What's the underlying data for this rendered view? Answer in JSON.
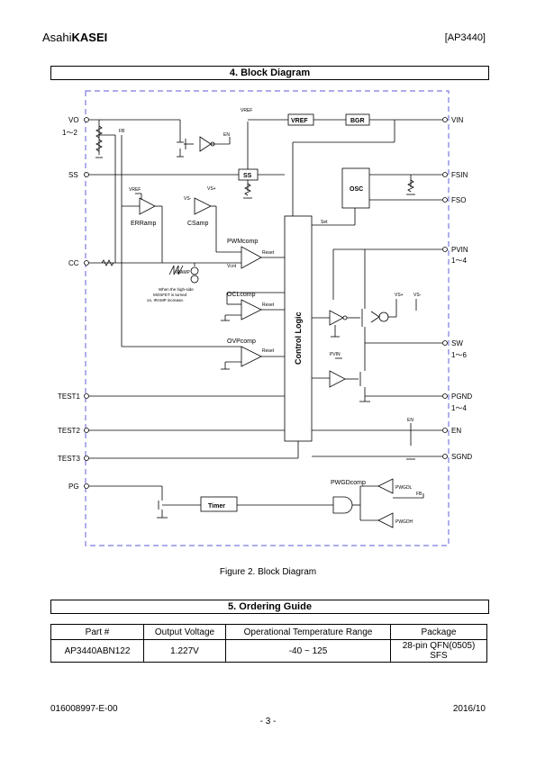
{
  "header": {
    "logo_prefix": "Asahi",
    "logo_bold": "KASEI",
    "doc_id": "[AP3440]"
  },
  "sections": {
    "block_diagram_title": "4.  Block Diagram",
    "ordering_guide_title": "5.  Ordering Guide"
  },
  "figure_caption": "Figure 2. Block Diagram",
  "diagram": {
    "pins_left": [
      "VO",
      "1～2",
      "SS",
      "CC",
      "TEST1",
      "TEST2",
      "TEST3",
      "PG"
    ],
    "pins_right": [
      "VIN",
      "FSIN",
      "FSO",
      "PVIN",
      "1～4",
      "SW",
      "1～6",
      "PGND",
      "1～4",
      "EN",
      "SGND"
    ],
    "blocks": {
      "vref": "VREF",
      "bgr": "BGR",
      "ss": "SS",
      "osc": "OSC",
      "control_logic": "Control Logic",
      "timer": "Timer"
    },
    "comparators": {
      "erramp": "ERRamp",
      "csamp": "CSamp",
      "pwmcomp": "PWMcomp",
      "oclcomp": "OCLcomp",
      "ovpcomp": "OVPcomp",
      "pwgdcomp": "PWGDcomp",
      "pwgdl": "PWGDL",
      "pwgdh": "PWGDH"
    },
    "labels": {
      "fb": "FB",
      "fb2": "FB",
      "en": "EN",
      "en2": "EN",
      "vref_top": "VREF",
      "vref_amp": "VREF",
      "vs_plus": "VS+",
      "vs_minus": "VS-",
      "vs_plus2": "VS+",
      "vs_minus2": "VS-",
      "iramp": "IRAMP",
      "reset1": "Reset",
      "reset2": "Reset",
      "reset3": "Reset",
      "set": "Set",
      "vcnt": "Vcnt",
      "pvin_label": "PVIN",
      "note1": "When the high-side",
      "note2": "MOSFET is turned",
      "note3": "on, IRAMP increase."
    }
  },
  "ordering_table": {
    "headers": [
      "Part #",
      "Output Voltage",
      "Operational Temperature Range",
      "Package"
    ],
    "rows": [
      [
        "AP3440ABN122",
        "1.227V",
        "-40 ~ 125",
        "28-pin QFN(0505) SFS"
      ]
    ]
  },
  "footer": {
    "doc_number": "016008997-E-00",
    "date": "2016/10",
    "page": "- 3 -"
  }
}
